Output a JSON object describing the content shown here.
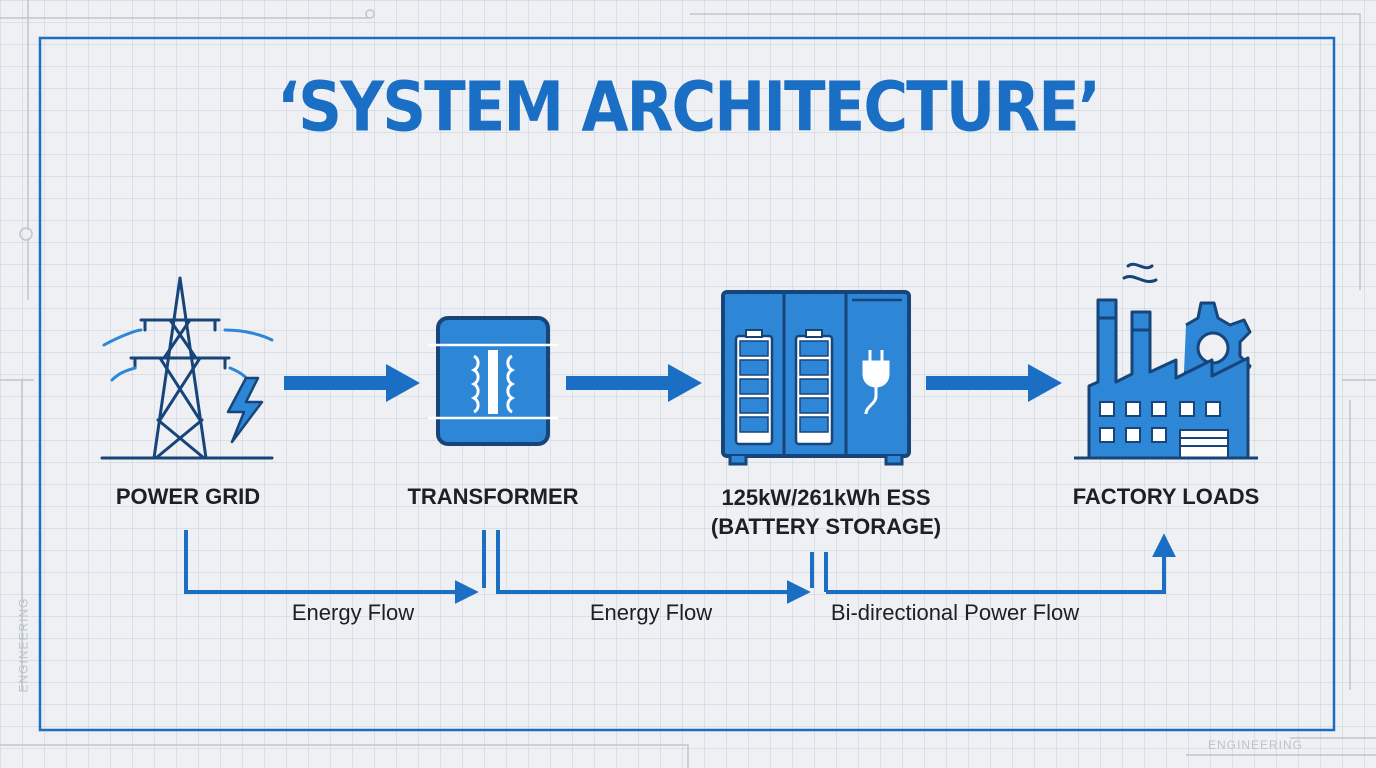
{
  "title": "‘SYSTEM ARCHITECTURE’",
  "nodes": [
    {
      "id": "power-grid",
      "label": "POWER GRID",
      "icon": "power-tower-icon"
    },
    {
      "id": "transformer",
      "label": "TRANSFORMER",
      "icon": "transformer-icon"
    },
    {
      "id": "ess",
      "label_line1": "125kW/261kWh ESS",
      "label_line2": "(BATTERY STORAGE)",
      "icon": "battery-cabinet-icon"
    },
    {
      "id": "factory-loads",
      "label": "FACTORY LOADS",
      "icon": "factory-icon"
    }
  ],
  "flows": [
    {
      "from": "power-grid",
      "to": "transformer",
      "label": "Energy Flow"
    },
    {
      "from": "transformer",
      "to": "ess",
      "label": "Energy Flow"
    },
    {
      "from": "ess",
      "to": "factory-loads",
      "label": "Bi-directional Power Flow"
    }
  ],
  "watermark": "ENGINEERING",
  "colors": {
    "accent": "#1a6fc4",
    "icon_fill": "#2d86d6",
    "text": "#1b1f26",
    "background": "#eef0f3"
  }
}
